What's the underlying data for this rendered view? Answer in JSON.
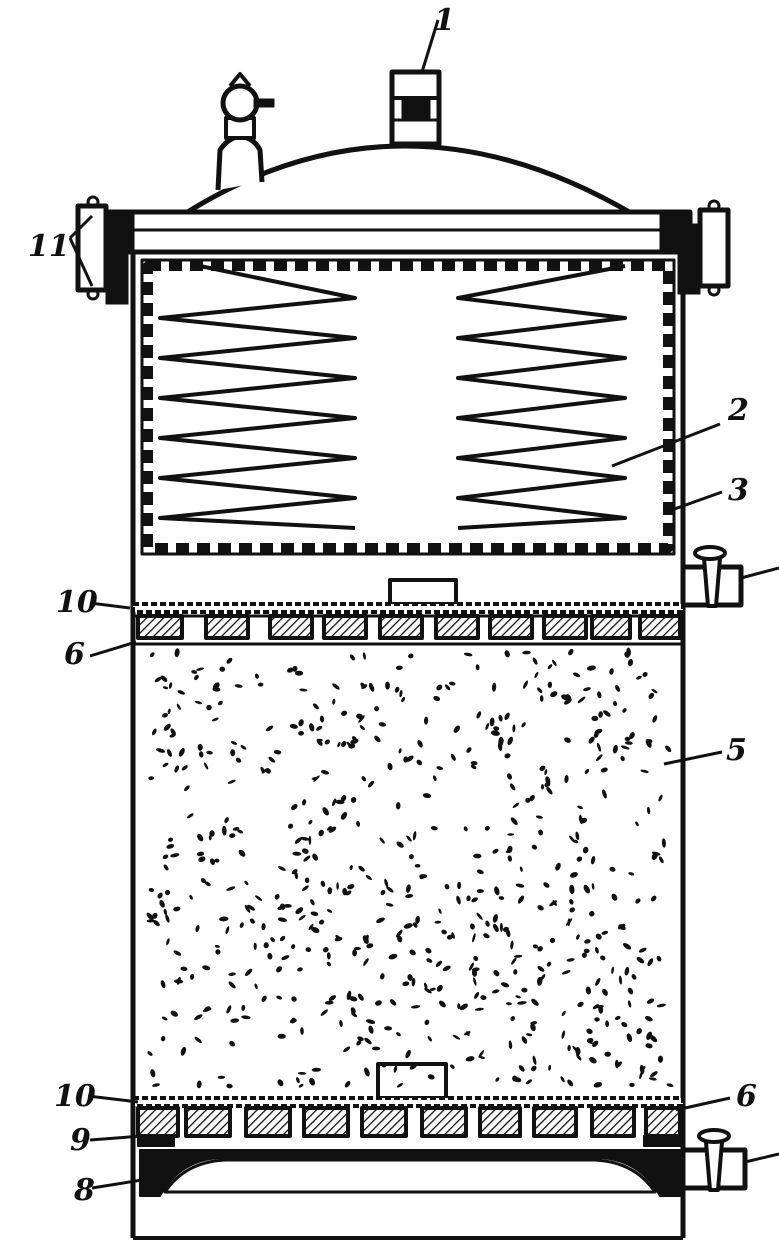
{
  "colors": {
    "ink": "#111111",
    "paper": "#ffffff"
  },
  "labels": {
    "l1": "1",
    "l2": "2",
    "l3": "3",
    "l5": "5",
    "l6a": "6",
    "l6b": "6",
    "l8": "8",
    "l9": "9",
    "l10a": "10",
    "l10b": "10",
    "l11": "11"
  }
}
